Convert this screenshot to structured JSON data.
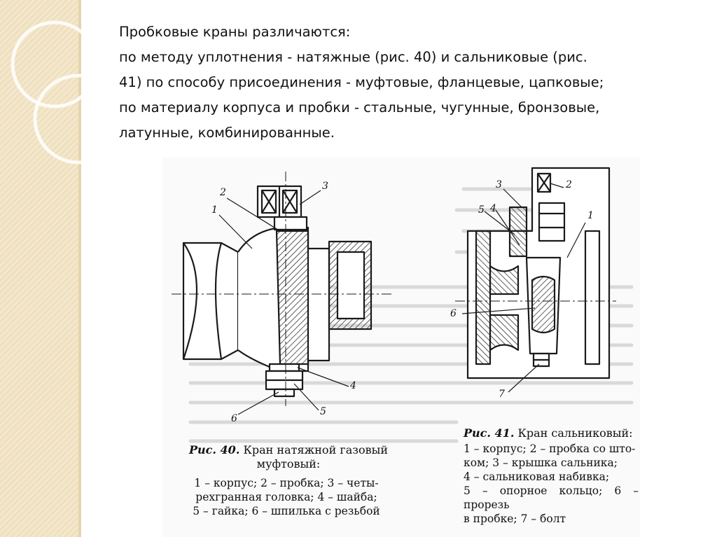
{
  "slide": {
    "lines": [
      "Пробковые краны различаются:",
      " по методу уплотнения - натяжные (рис. 40) и сальниковые (рис.",
      "41) по способу присоединения - муфтовые, фланцевые, цапковые;",
      "по материалу корпуса и пробки - стальные, чугунные, бронзовые,",
      "латунные, комбинированные."
    ]
  },
  "figure40": {
    "label": "Рис. 40.",
    "title_rest": "Кран натяжной газовый",
    "title_line2": "муфтовый:",
    "body": [
      "1 – корпус; 2 – пробка; 3 – четы-",
      "рехгранная головка; 4 – шайба;",
      "5 – гайка; 6 – шпилька с резьбой"
    ],
    "callouts": [
      "1",
      "2",
      "3",
      "4",
      "5",
      "6"
    ]
  },
  "figure41": {
    "label": "Рис. 41.",
    "title_rest": "Кран сальниковый:",
    "body": [
      "1 – корпус; 2 – пробка со што-",
      "ком; 3 – крышка сальника;",
      "4 – сальниковая набивка;",
      "5 – опорное кольцо; 6 – прорезь",
      "в пробке; 7 – болт"
    ],
    "callouts": [
      "1",
      "2",
      "3",
      "4",
      "5",
      "6",
      "7"
    ]
  },
  "colors": {
    "deco_band": "#eedfbf",
    "text": "#111111",
    "drawing": "#1a1a1a"
  }
}
